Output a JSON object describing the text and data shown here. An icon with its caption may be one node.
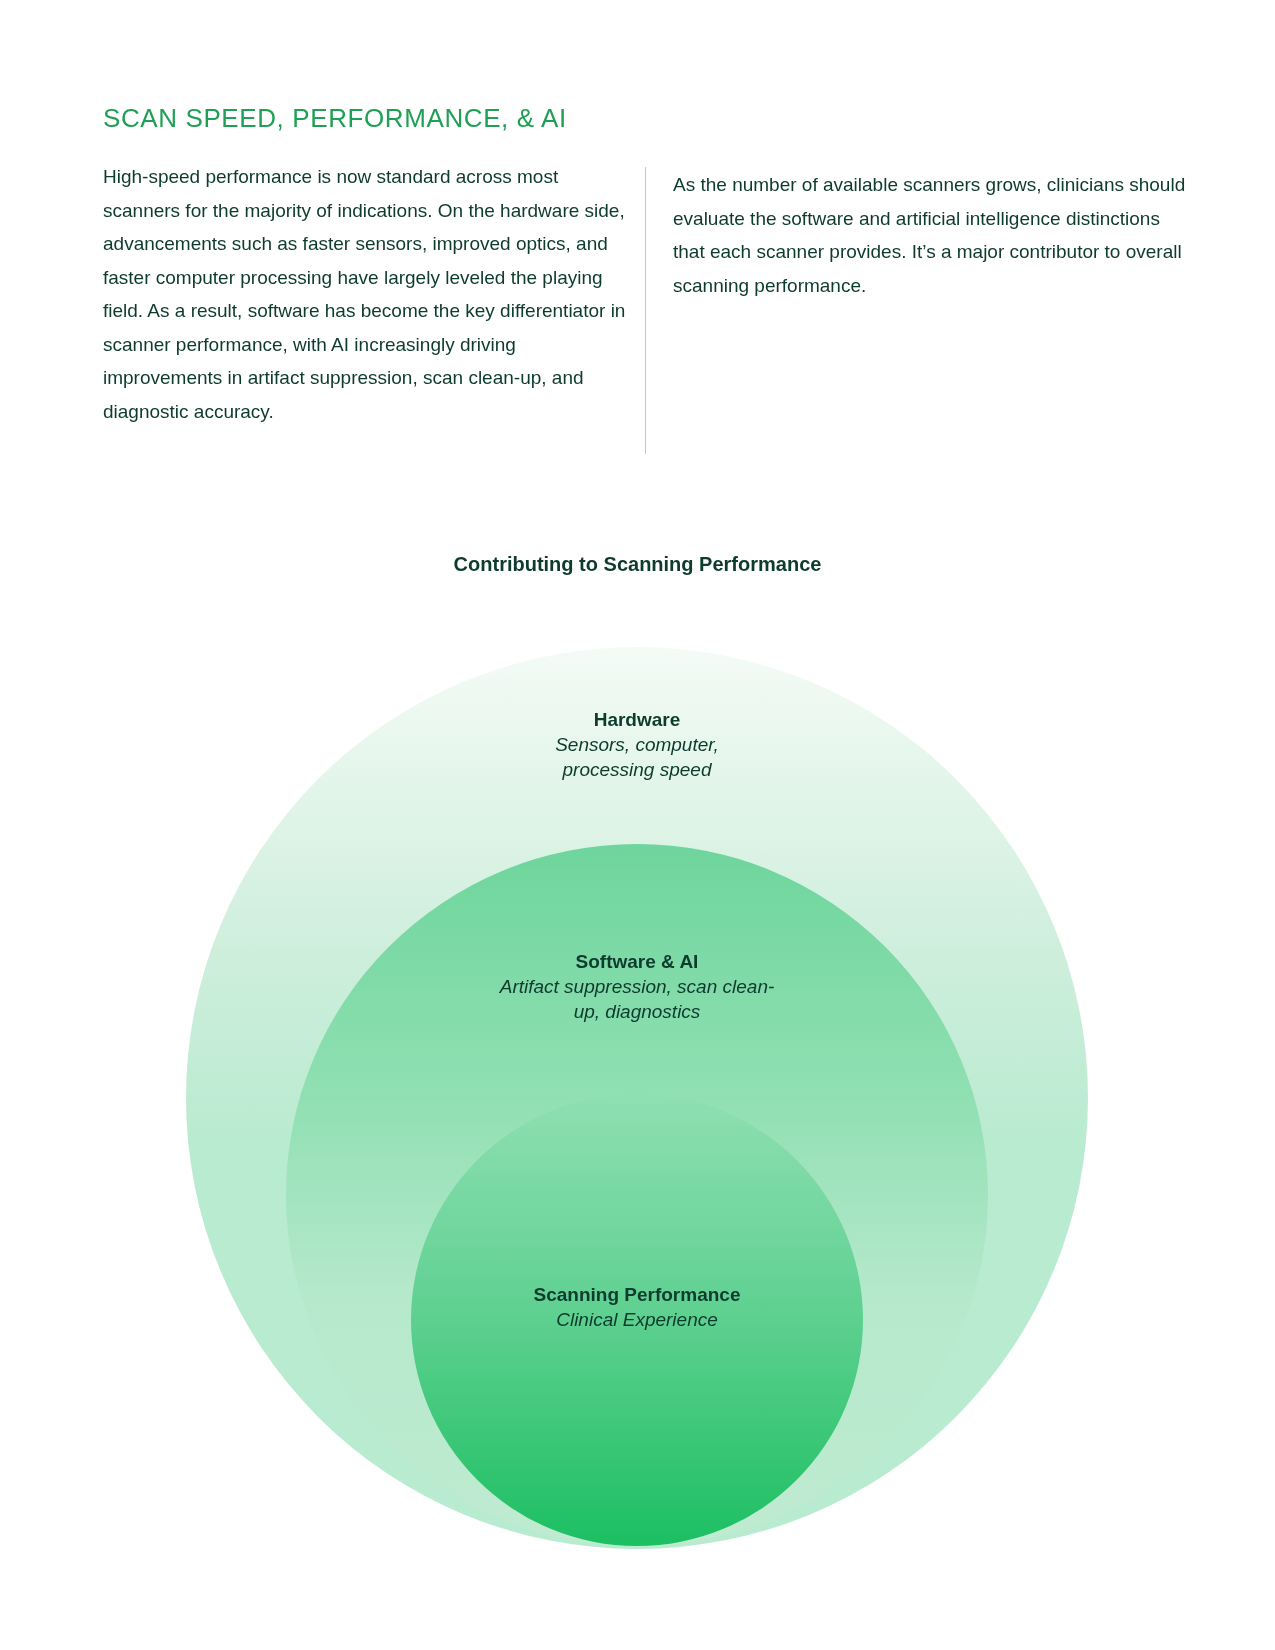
{
  "diagram": {
    "title": "SCAN SPEED, PERFORMANCE, & AI",
    "nodes": [
      {
        "text": [
          "Hardware",
          "Sensors, computer, processing speed"
        ]
      },
      {
        "text": [
          "Software & AI",
          "Artifact suppression, scan clean-up, diagnostics"
        ],
        "in": 0
      },
      {
        "text": [
          "Scanning Performance",
          "Clinical Experience"
        ],
        "in": 1
      }
    ],
    "labels": [
      "High-speed performance is now standard across most scanners for the majority of indications. On the hardware side, advancements such as faster sensors, improved optics, and faster computer processing have largely leveled the playing field. As a result, software has become the key differentiator in scanner performance, with AI increasingly driving improvements in artifact suppression, scan clean-up, and diagnostic accuracy.",
      "As the number of available scanners grows, clinicians should evaluate the software and artificial intelligence distinctions that each scanner provides. It’s a major contributor to overall scanning performance.",
      "Contributing to Scanning Performance"
    ]
  }
}
